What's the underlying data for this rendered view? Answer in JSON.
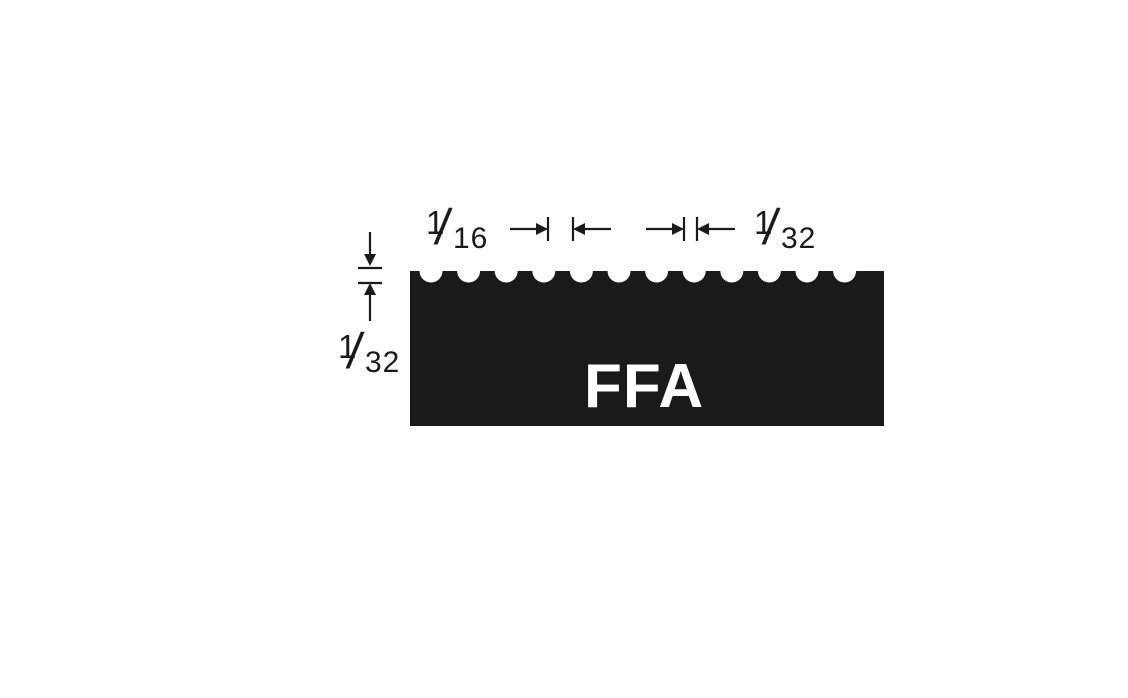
{
  "diagram": {
    "profile_label": "FFA",
    "dim_pitch": {
      "numerator": "1",
      "denominator": "16"
    },
    "dim_groove_width": {
      "numerator": "1",
      "denominator": "32"
    },
    "dim_groove_depth": {
      "numerator": "1",
      "denominator": "32"
    },
    "colors": {
      "body": "#1a1a1a",
      "label": "#ffffff",
      "background": "#ffffff"
    }
  }
}
